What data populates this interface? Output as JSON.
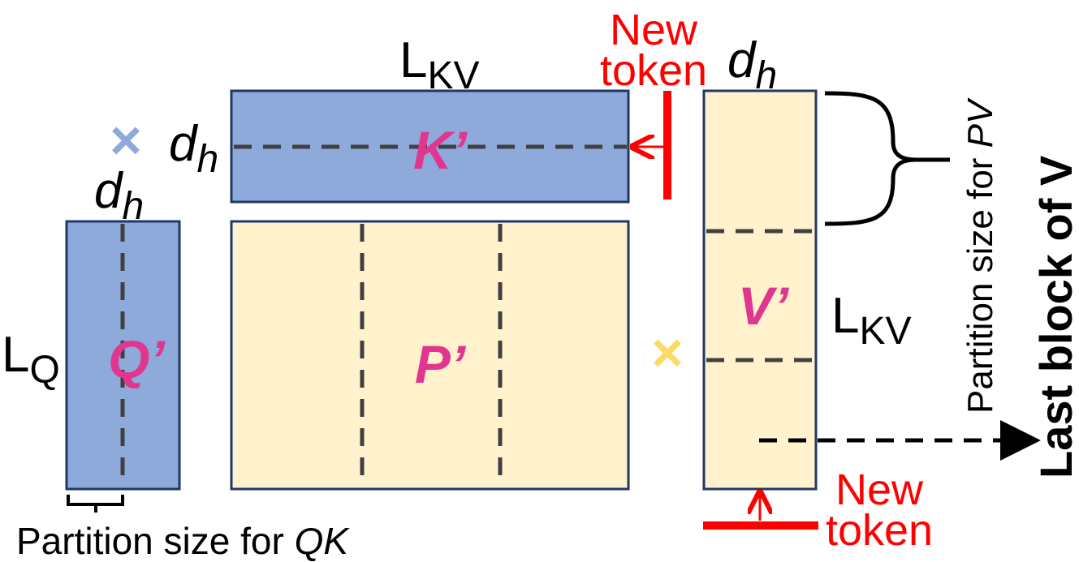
{
  "colors": {
    "blue_fill": "#8eaadb",
    "yellow_fill": "#fff2cc",
    "border": "#1f3864",
    "pink": "#e0368f",
    "red": "#ff0000",
    "blue_x": "#8eaadb",
    "yellow_x": "#ffd966"
  },
  "matrices": {
    "q": "Q’",
    "k": "K’",
    "p": "P’",
    "v": "V’"
  },
  "dims": {
    "l_q_main": "L",
    "l_q_sub": "Q",
    "l_kv_main": "L",
    "l_kv_sub": "KV",
    "d_main": "d",
    "d_sub": "h"
  },
  "operators": {
    "times": "×"
  },
  "annotations": {
    "new_token_line1": "New",
    "new_token_line2": "token",
    "partition_qk_prefix": "Partition size for ",
    "partition_qk_italic": "QK",
    "partition_pv_prefix": "Partition size for ",
    "partition_pv_italic": "PV",
    "last_block": "Last block of V"
  }
}
